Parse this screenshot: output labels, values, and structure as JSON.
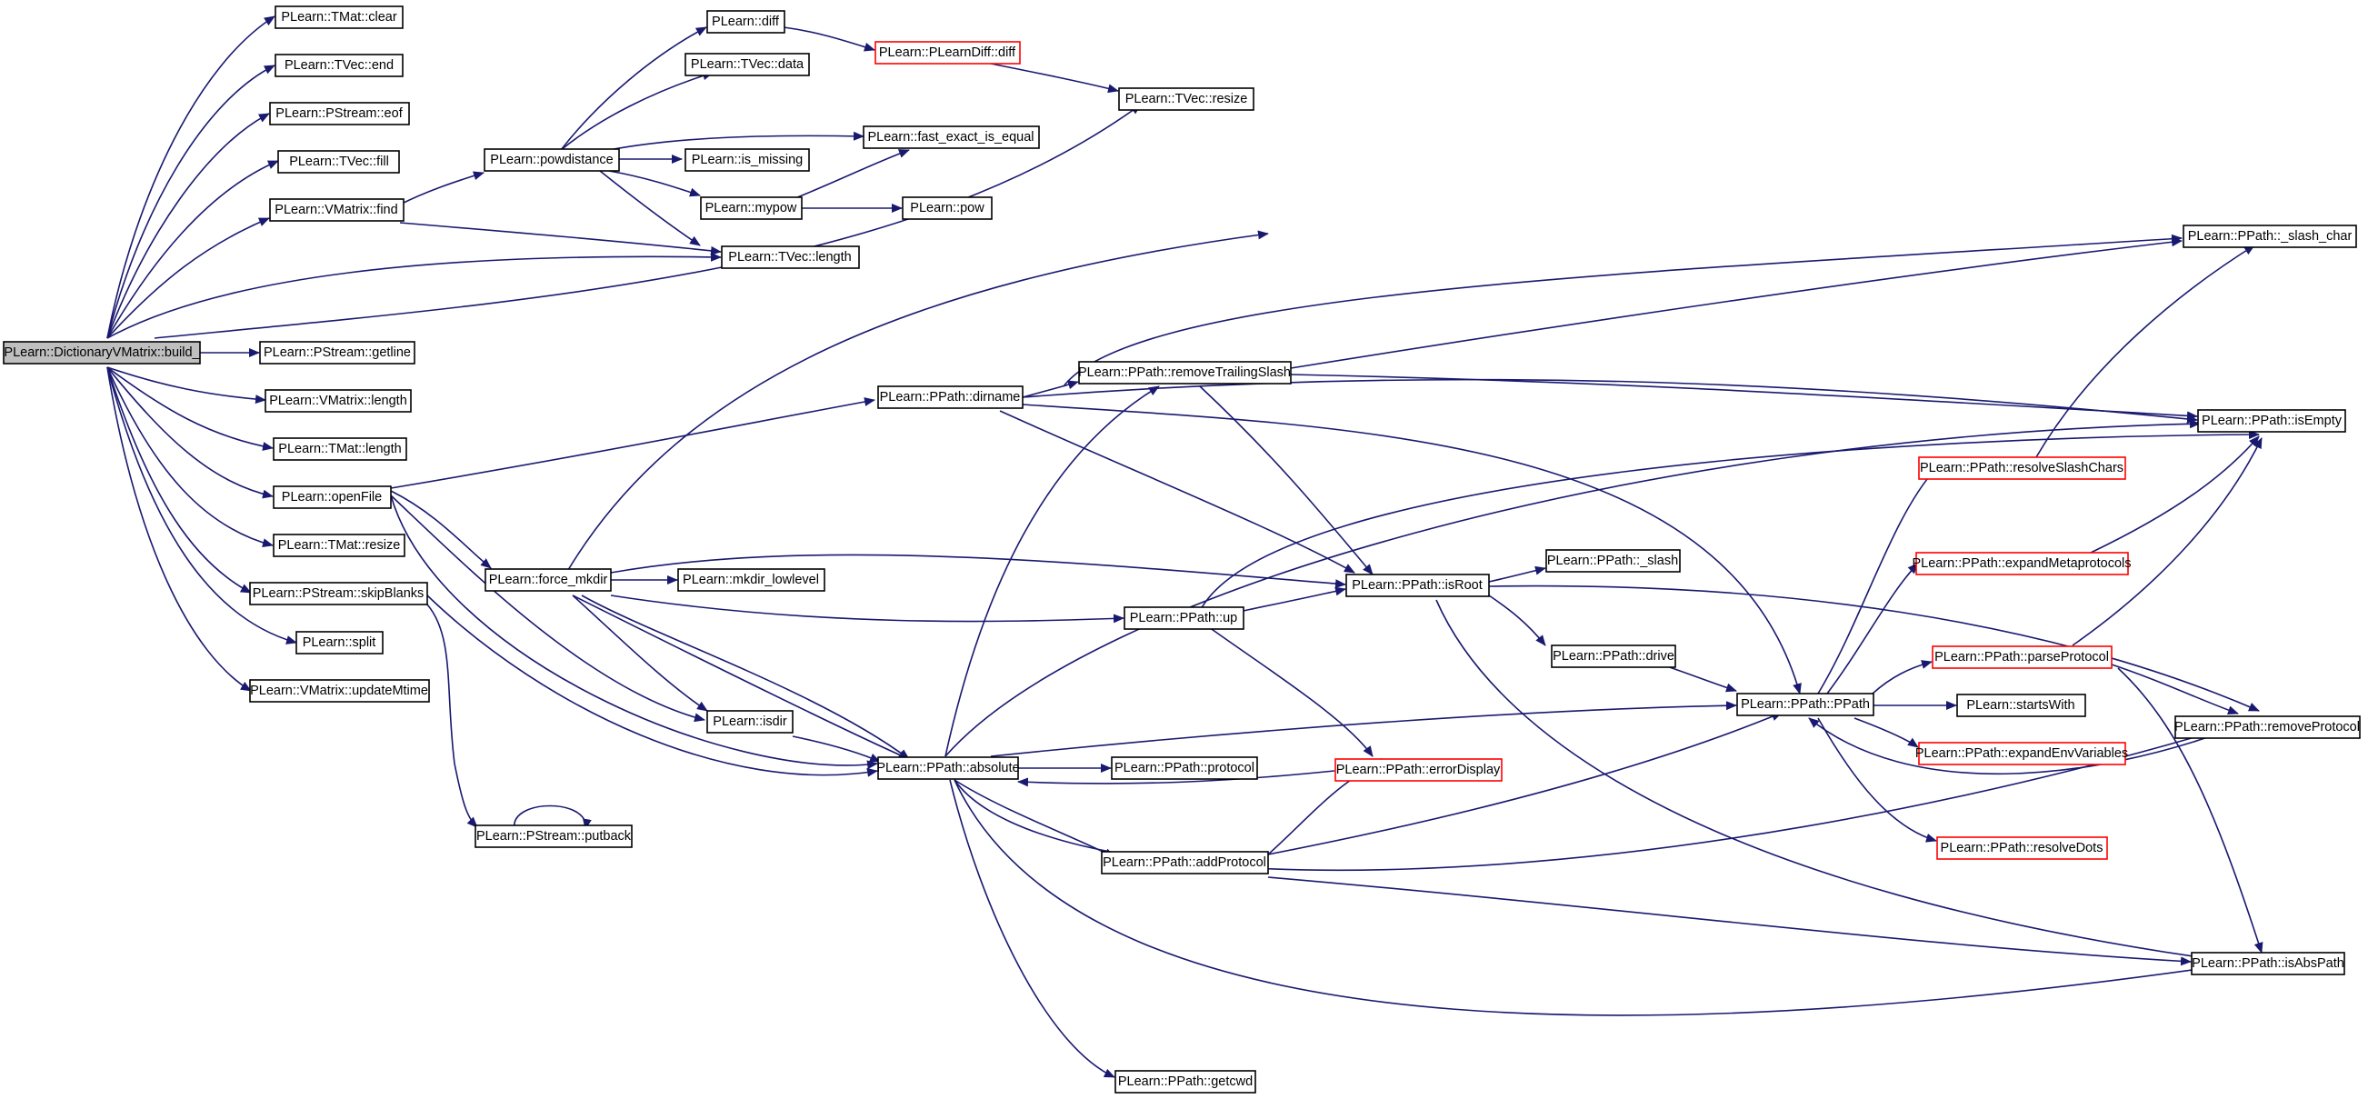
{
  "diagram": {
    "colors": {
      "edge": "#191970",
      "node_border": "#000000",
      "highlight_border": "#ff0000",
      "root_fill": "#bfbfbf"
    },
    "nodes": [
      {
        "id": "n_build",
        "label": "PLearn::DictionaryVMatrix::build_",
        "root": true
      },
      {
        "id": "n_tmat_clear",
        "label": "PLearn::TMat::clear"
      },
      {
        "id": "n_tvec_end",
        "label": "PLearn::TVec::end"
      },
      {
        "id": "n_pstream_eof",
        "label": "PLearn::PStream::eof"
      },
      {
        "id": "n_tvec_fill",
        "label": "PLearn::TVec::fill"
      },
      {
        "id": "n_vmatrix_find",
        "label": "PLearn::VMatrix::find"
      },
      {
        "id": "n_pstream_getline",
        "label": "PLearn::PStream::getline"
      },
      {
        "id": "n_vmatrix_length",
        "label": "PLearn::VMatrix::length"
      },
      {
        "id": "n_tmat_length",
        "label": "PLearn::TMat::length"
      },
      {
        "id": "n_openfile",
        "label": "PLearn::openFile"
      },
      {
        "id": "n_tmat_resize",
        "label": "PLearn::TMat::resize"
      },
      {
        "id": "n_skipblanks",
        "label": "PLearn::PStream::skipBlanks"
      },
      {
        "id": "n_split",
        "label": "PLearn::split"
      },
      {
        "id": "n_updatemtime",
        "label": "PLearn::VMatrix::updateMtime"
      },
      {
        "id": "n_powdistance",
        "label": "PLearn::powdistance"
      },
      {
        "id": "n_diff",
        "label": "PLearn::diff"
      },
      {
        "id": "n_tvec_data",
        "label": "PLearn::TVec::data"
      },
      {
        "id": "n_is_missing",
        "label": "PLearn::is_missing"
      },
      {
        "id": "n_mypow",
        "label": "PLearn::mypow"
      },
      {
        "id": "n_tvec_length",
        "label": "PLearn::TVec::length"
      },
      {
        "id": "n_plearndiff",
        "label": "PLearn::PLearnDiff::diff",
        "red": true
      },
      {
        "id": "n_tvec_resize",
        "label": "PLearn::TVec::resize"
      },
      {
        "id": "n_fast_exact",
        "label": "PLearn::fast_exact_is_equal"
      },
      {
        "id": "n_pow",
        "label": "PLearn::pow"
      },
      {
        "id": "n_force_mkdir",
        "label": "PLearn::force_mkdir"
      },
      {
        "id": "n_mkdir_lowlevel",
        "label": "PLearn::mkdir_lowlevel"
      },
      {
        "id": "n_isdir",
        "label": "PLearn::isdir"
      },
      {
        "id": "n_putback",
        "label": "PLearn::PStream::putback"
      },
      {
        "id": "n_dirname",
        "label": "PLearn::PPath::dirname"
      },
      {
        "id": "n_absolute",
        "label": "PLearn::PPath::absolute"
      },
      {
        "id": "n_removetrailing",
        "label": "PLearn::PPath::removeTrailingSlash"
      },
      {
        "id": "n_up",
        "label": "PLearn::PPath::up"
      },
      {
        "id": "n_protocol",
        "label": "PLearn::PPath::protocol"
      },
      {
        "id": "n_addprotocol",
        "label": "PLearn::PPath::addProtocol"
      },
      {
        "id": "n_getcwd",
        "label": "PLearn::PPath::getcwd"
      },
      {
        "id": "n_isroot",
        "label": "PLearn::PPath::isRoot"
      },
      {
        "id": "n_errordisplay",
        "label": "PLearn::PPath::errorDisplay",
        "red": true
      },
      {
        "id": "n_slash",
        "label": "PLearn::PPath::_slash"
      },
      {
        "id": "n_drive",
        "label": "PLearn::PPath::drive"
      },
      {
        "id": "n_ppath",
        "label": "PLearn::PPath::PPath"
      },
      {
        "id": "n_resolveslash",
        "label": "PLearn::PPath::resolveSlashChars",
        "red": true
      },
      {
        "id": "n_expandmeta",
        "label": "PLearn::PPath::expandMetaprotocols",
        "red": true
      },
      {
        "id": "n_parseprotocol",
        "label": "PLearn::PPath::parseProtocol",
        "red": true
      },
      {
        "id": "n_startswith",
        "label": "PLearn::startsWith"
      },
      {
        "id": "n_expandenv",
        "label": "PLearn::PPath::expandEnvVariables",
        "red": true
      },
      {
        "id": "n_resolvedots",
        "label": "PLearn::PPath::resolveDots",
        "red": true
      },
      {
        "id": "n_slash_char",
        "label": "PLearn::PPath::_slash_char"
      },
      {
        "id": "n_isempty",
        "label": "PLearn::PPath::isEmpty"
      },
      {
        "id": "n_removeprotocol",
        "label": "PLearn::PPath::removeProtocol"
      },
      {
        "id": "n_isabspath",
        "label": "PLearn::PPath::isAbsPath"
      }
    ]
  }
}
